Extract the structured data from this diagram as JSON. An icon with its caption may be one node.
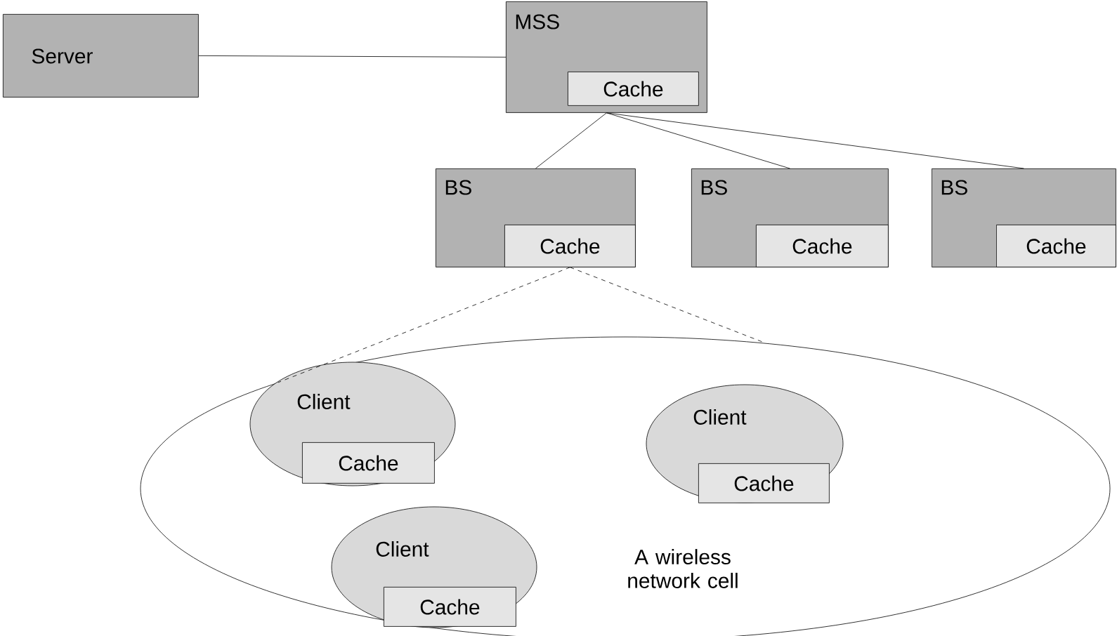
{
  "diagram": {
    "nodes": [
      {
        "text": [
          "Server"
        ]
      },
      {
        "text": [
          "MSS"
        ]
      },
      {
        "text": [
          "Cache"
        ],
        "in": 1
      },
      {
        "text": [
          "BS"
        ]
      },
      {
        "text": [
          "Cache"
        ],
        "in": 3
      },
      {
        "text": [
          "BS"
        ]
      },
      {
        "text": [
          "Cache"
        ],
        "in": 5
      },
      {
        "text": [
          "BS"
        ]
      },
      {
        "text": [
          "Cache"
        ],
        "in": 7
      },
      {
        "text": [
          "A wireless network cell"
        ]
      },
      {
        "text": [
          "Client"
        ],
        "in": 9
      },
      {
        "text": [
          "Cache"
        ],
        "in": 10
      },
      {
        "text": [
          "Client"
        ],
        "in": 9
      },
      {
        "text": [
          "Cache"
        ],
        "in": 12
      },
      {
        "text": [
          "Client"
        ],
        "in": 9
      },
      {
        "text": [
          "Cache"
        ],
        "in": 14
      }
    ],
    "edges": [
      {
        "from": 0,
        "to": 1,
        "arrow": "none"
      },
      {
        "from": 1,
        "to": 3,
        "arrow": "none"
      },
      {
        "from": 1,
        "to": 5,
        "arrow": "none"
      },
      {
        "from": 1,
        "to": 7,
        "arrow": "none"
      },
      {
        "from": 4,
        "to": 9,
        "arrow": "none",
        "style": "dashed"
      },
      {
        "from": 4,
        "to": 9,
        "arrow": "none",
        "style": "dashed"
      }
    ]
  }
}
